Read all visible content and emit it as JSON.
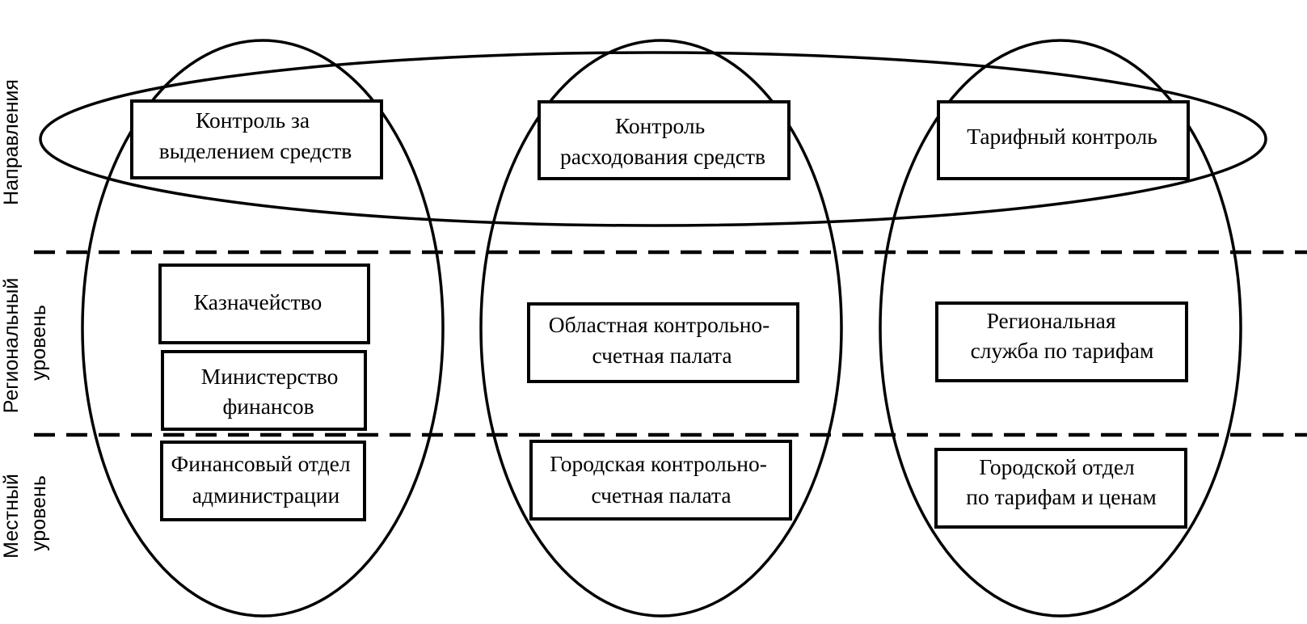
{
  "side_labels": {
    "directions": [
      "Направления"
    ],
    "regional": [
      "Региональный",
      "уровень"
    ],
    "local": [
      "Местный",
      "уровень"
    ]
  },
  "boxes": {
    "dir_allocation": [
      "Контроль за",
      "выделением средств"
    ],
    "dir_spending": [
      "Контроль",
      "расходования средств"
    ],
    "dir_tariff": [
      "Тарифный контроль"
    ],
    "reg_treasury": [
      "Казначейство"
    ],
    "reg_ministry": [
      "Министерство",
      "финансов"
    ],
    "reg_audit_chamber": [
      "Областная контрольно-",
      "счетная палата"
    ],
    "reg_tariff_service": [
      "Региональная",
      "служба по тарифам"
    ],
    "loc_finance_dept": [
      "Финансовый отдел",
      "администрации"
    ],
    "loc_audit_chamber": [
      "Городская контрольно-",
      "счетная палата"
    ],
    "loc_tariff_dept": [
      "Городской отдел",
      "по тарифам и ценам"
    ]
  },
  "colors": {
    "stroke": "#000000",
    "background": "#ffffff"
  }
}
